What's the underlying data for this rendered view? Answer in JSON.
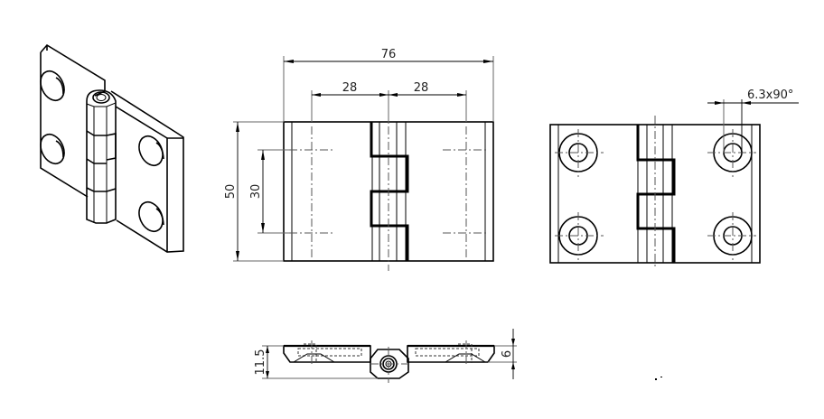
{
  "drawing": {
    "subject": "Hinge technical drawing",
    "views": [
      "isometric",
      "front",
      "back",
      "top"
    ]
  },
  "dimensions": {
    "overall_width": "76",
    "hole_spacing_left": "28",
    "hole_spacing_right": "28",
    "overall_height": "50",
    "hole_spacing_vertical": "30",
    "countersink": "6.3x90°",
    "total_thickness": "11.5",
    "leaf_thickness": "6"
  },
  "colors": {
    "line": "#000000",
    "background": "#ffffff"
  }
}
